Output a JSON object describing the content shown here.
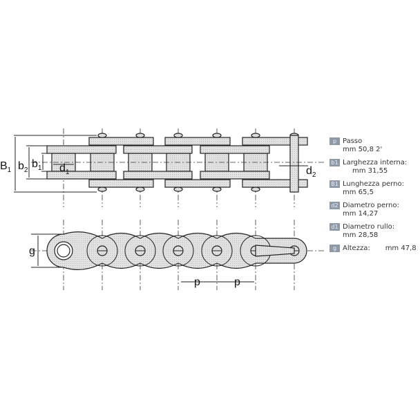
{
  "diagram": {
    "labels": {
      "B1": "B",
      "B1_sub": "1",
      "b2": "b",
      "b2_sub": "2",
      "b1": "b",
      "b1_sub": "1",
      "d1": "d",
      "d1_sub": "1",
      "d2": "d",
      "d2_sub": "2",
      "g": "g",
      "p1": "p",
      "p2": "p"
    }
  },
  "legend": [
    {
      "badge": "p",
      "label": "Passo",
      "value": "mm 50,8     2'"
    },
    {
      "badge": "b1",
      "label": "Larghezza interna:",
      "value": "mm  31,55"
    },
    {
      "badge": "B1",
      "label": "Lunghezza perno:",
      "value": "mm  65,5"
    },
    {
      "badge": "d2",
      "label": "Diametro perno:",
      "value": "mm  14,27"
    },
    {
      "badge": "d1",
      "label": "Diametro rullo:",
      "value": "mm  28,58"
    },
    {
      "badge": "g",
      "label": "Altezza:",
      "value": "mm  47,8"
    }
  ],
  "colors": {
    "fill": "#dcdcdc",
    "line": "#222222",
    "badge": "#8e9aa6"
  }
}
